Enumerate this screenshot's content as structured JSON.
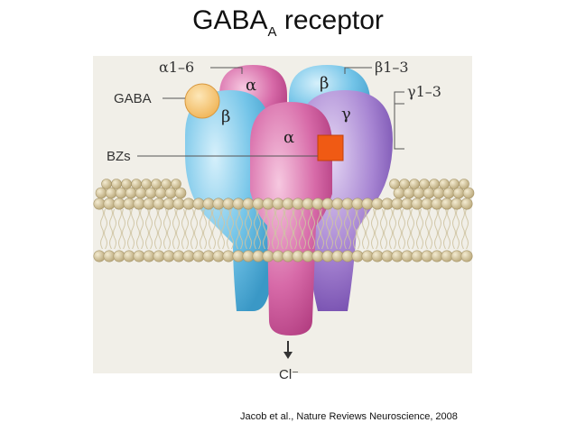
{
  "title": {
    "main": "GABA",
    "subscript": "A",
    "suffix": " receptor"
  },
  "labels": {
    "alpha_range": "α1–6",
    "beta_range": "β1–3",
    "gamma_range": "γ1–3",
    "gaba": "GABA",
    "bzs": "BZs",
    "chloride": "Cl⁻"
  },
  "subunits": {
    "alpha_back": "α",
    "beta_back": "β",
    "beta_left": "β",
    "gamma": "γ",
    "alpha_front": "α"
  },
  "colors": {
    "alpha": "#c84a8e",
    "beta": "#5fb9e0",
    "gamma": "#8a5fc0",
    "gaba_site": "#f4c06a",
    "bz_site": "#f05a14",
    "lipid_head": "#d9cba3",
    "membrane_bg": "#eeece4"
  },
  "citation": "Jacob et al., Nature Reviews Neuroscience, 2008"
}
